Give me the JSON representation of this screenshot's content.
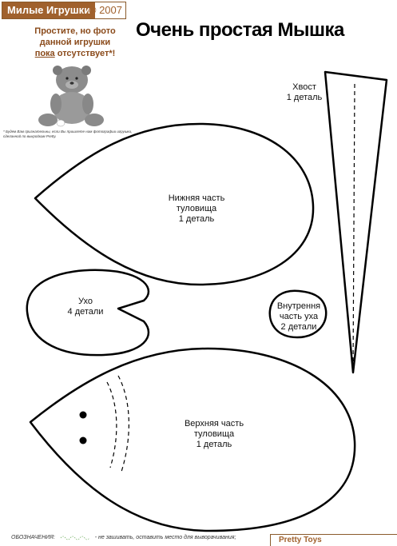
{
  "header": {
    "brand_name": "Милые Игрушки",
    "brand_year": "© 2007",
    "sorry_line1": "Простите, но фото",
    "sorry_line2": "данной игрушки",
    "sorry_line3_a": "пока",
    "sorry_line3_b": " отсутствует*!",
    "credit": "* Будем Вам признательны, если Вы пришлете нам фотографии игрушки, сделанной по выкройкам Pretty.",
    "title": "Очень простая Мышка"
  },
  "pieces": {
    "tail_name": "Хвост",
    "tail_count": "1 деталь",
    "lower_body_name": "Нижняя часть",
    "lower_body_sub": "туловища",
    "lower_body_count": "1 деталь",
    "ear_name": "Ухо",
    "ear_count": "4 детали",
    "inner_ear_name": "Внутрення",
    "inner_ear_sub": "часть уха",
    "inner_ear_count": "2 детали",
    "upper_body_name": "Верхняя часть",
    "upper_body_sub": "туловища",
    "upper_body_count": "1 деталь"
  },
  "footer": {
    "legend_label": "ОБОЗНАЧЕНИЯ:",
    "legend_text": "- не зашивать, оставить место для выворачивания;",
    "brand": "Pretty Toys"
  }
}
